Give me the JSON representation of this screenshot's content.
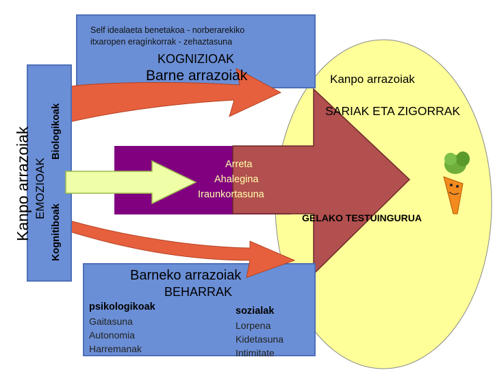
{
  "colors": {
    "blue_box": "#6b8fd6",
    "blue_box_border": "#4d6fb8",
    "purple_box": "#800080",
    "yellow_ellipse": "#ffff99",
    "red_arrow": "#b24f4f",
    "green_arrow": "#eeffa8",
    "swirl": "#e6603e"
  },
  "top_box": {
    "line1": "Self idealaeta benetakoa  - norberarekiko",
    "line2": "itxaropen eragínkorrak    - zehaztasuna",
    "title": "KOGNIZIOAK",
    "subtitle": "Barne arrazoiak"
  },
  "left_bar": {
    "main": "Kanpo arrazoiak",
    "emotions": "EMOZIOAK",
    "biological": "Biologikoak",
    "cognitive": "Kognitiboak"
  },
  "right": {
    "external_reasons": "Kanpo arrazoiak",
    "rewards": "SARIAK ETA ZIGORRAK",
    "context": "GELAKO TESTUINGURUA"
  },
  "center": {
    "line1": "Arreta",
    "line2": "Ahalegina",
    "line3": "Iraunkortasuna"
  },
  "bottom_box": {
    "title": "Barneko arrazoiak",
    "subtitle": "BEHARRAK",
    "psych_header": "psikologikoak",
    "psych_items": [
      "Gaitasuna",
      "Autonomia",
      "Harremanak"
    ],
    "social_header": "sozialak",
    "social_items": [
      "Lorpena",
      "Kidetasuna",
      "Intimitate"
    ]
  },
  "icons": [
    "carrot-icon"
  ]
}
